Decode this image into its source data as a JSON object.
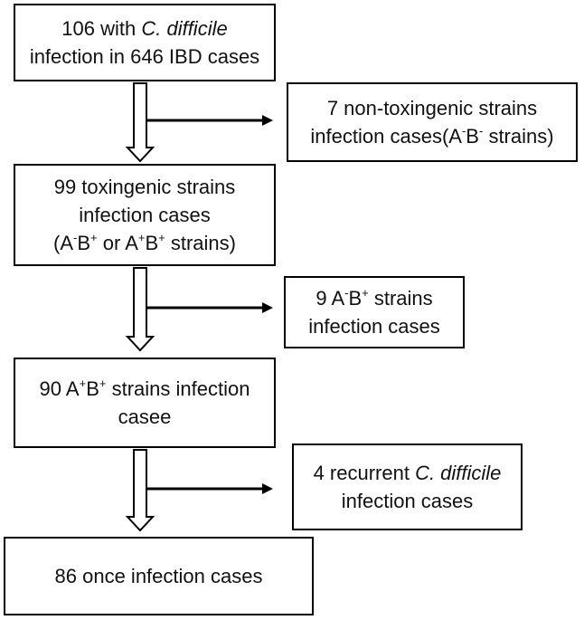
{
  "boxes": {
    "b1": {
      "l1_pre": "106 with ",
      "l1_ital": "C. difficile",
      "l2": "infection in 646 IBD cases"
    },
    "side1": {
      "l1": "7 non-toxingenic strains",
      "l2_pre": "infection cases(A",
      "sup_a": "-",
      "b": "B",
      "sup_b": "-",
      "l2_post": " strains)"
    },
    "b2": {
      "l1": "99 toxingenic strains",
      "l2": "infection cases",
      "l3_open": "(A",
      "sup1": "-",
      "b1": "B",
      "sup2": "+",
      "or": " or A",
      "sup3": "+",
      "b2": "B",
      "sup4": "+",
      "l3_close": " strains)"
    },
    "side2": {
      "pre": "9 A",
      "sup_a": "-",
      "b": "B",
      "sup_b": "+",
      "post": " strains",
      "l2": "infection cases"
    },
    "b3": {
      "pre": "90 A",
      "sup_a": "+",
      "b": "B",
      "sup_b": "+",
      "post": " strains infection",
      "l2": "casee"
    },
    "side3": {
      "l1_pre": "4 recurrent ",
      "l1_ital": "C. difficile",
      "l2": "infection cases"
    },
    "b4": {
      "l1": "86 once infection cases"
    }
  }
}
